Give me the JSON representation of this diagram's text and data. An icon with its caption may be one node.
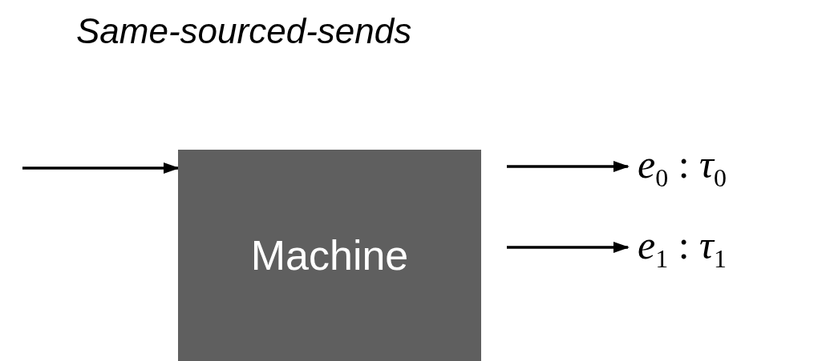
{
  "diagram": {
    "title": "Same-sourced-sends",
    "nodes": [
      {
        "text": [
          "Machine"
        ]
      },
      {
        "text": [
          "*e*$_{0}$ : *τ*$_{0}$"
        ]
      },
      {
        "text": [
          "*e*$_{1}$ : *τ*$_{1}$"
        ]
      }
    ],
    "edges": [
      {
        "from": null,
        "to": 0,
        "arrow": "to"
      },
      {
        "from": 0,
        "to": 1,
        "arrow": "to"
      },
      {
        "from": 0,
        "to": 2,
        "arrow": "to"
      }
    ]
  }
}
